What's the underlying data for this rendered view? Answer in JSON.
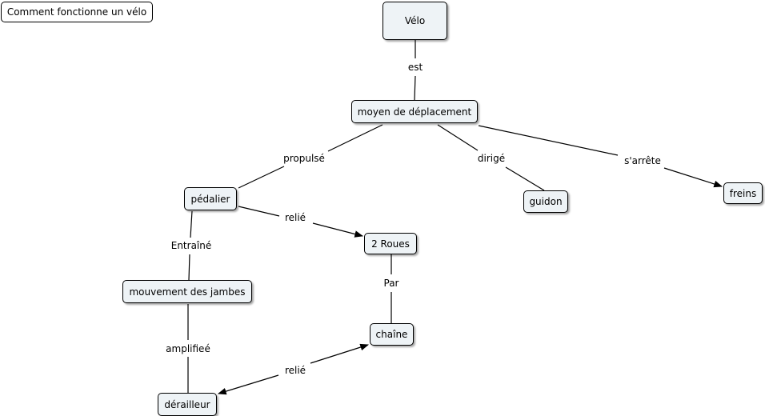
{
  "title": "Comment fonctionne un vélo",
  "nodes": {
    "velo": "Vélo",
    "moyen": "moyen de déplacement",
    "pedalier": "pédalier",
    "guidon": "guidon",
    "freins": "freins",
    "roues": "2 Roues",
    "mouvement": "mouvement des jambes",
    "chaine": "chaîne",
    "derailleur": "dérailleur"
  },
  "links": {
    "est": "est",
    "propulse": "propulsé",
    "dirige": "dirigé",
    "sarrete": "s'arrête",
    "relie1": "relié",
    "entraine": "Entraîné",
    "par": "Par",
    "amplifiee": "amplifieé",
    "relie2": "relié"
  }
}
